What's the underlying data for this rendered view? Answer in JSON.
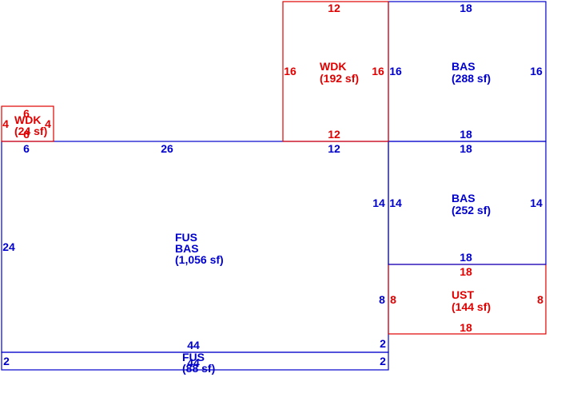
{
  "areas": {
    "wdk_large": {
      "code": "WDK",
      "area": "(192 sf)",
      "dims": [
        "12",
        "16",
        "16",
        "12"
      ]
    },
    "bas_top": {
      "code": "BAS",
      "area": "(288 sf)",
      "dims": [
        "18",
        "16",
        "16",
        "18"
      ]
    },
    "wdk_small": {
      "code": "WDK",
      "area": "(24 sf)",
      "dims": [
        "6",
        "4",
        "4",
        "6"
      ]
    },
    "main": {
      "code1": "FUS",
      "code2": "BAS",
      "area": "(1,056 sf)",
      "dims": [
        "6",
        "26",
        "12",
        "24",
        "14",
        "8",
        "2",
        "44"
      ]
    },
    "bas_mid": {
      "code": "BAS",
      "area": "(252 sf)",
      "dims": [
        "18",
        "14",
        "14",
        "18"
      ]
    },
    "ust": {
      "code": "UST",
      "area": "(144 sf)",
      "dims": [
        "18",
        "8",
        "8",
        "18"
      ]
    },
    "fus_strip": {
      "code": "FUS",
      "area": "(88 sf)",
      "dims": [
        "2",
        "2",
        "44"
      ]
    }
  },
  "colors": {
    "red": "#e00000",
    "blue": "#0000cc"
  }
}
